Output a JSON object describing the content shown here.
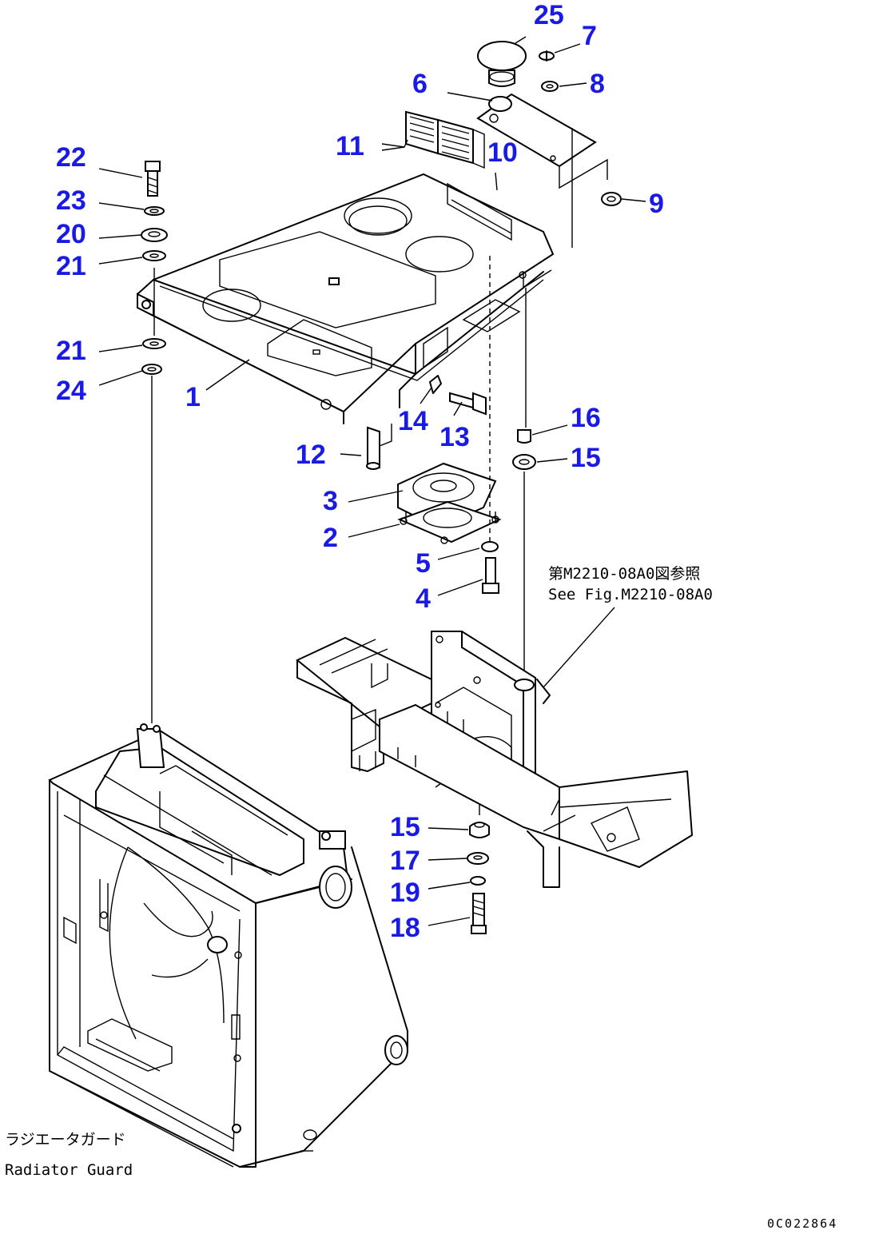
{
  "callouts": [
    {
      "id": "25",
      "label": "25"
    },
    {
      "id": "7",
      "label": "7"
    },
    {
      "id": "6",
      "label": "6"
    },
    {
      "id": "8",
      "label": "8"
    },
    {
      "id": "11",
      "label": "11"
    },
    {
      "id": "10",
      "label": "10"
    },
    {
      "id": "22",
      "label": "22"
    },
    {
      "id": "9",
      "label": "9"
    },
    {
      "id": "23",
      "label": "23"
    },
    {
      "id": "20",
      "label": "20"
    },
    {
      "id": "21a",
      "label": "21"
    },
    {
      "id": "21b",
      "label": "21"
    },
    {
      "id": "24",
      "label": "24"
    },
    {
      "id": "1",
      "label": "1"
    },
    {
      "id": "14",
      "label": "14"
    },
    {
      "id": "13",
      "label": "13"
    },
    {
      "id": "16",
      "label": "16"
    },
    {
      "id": "15a",
      "label": "15"
    },
    {
      "id": "12",
      "label": "12"
    },
    {
      "id": "3",
      "label": "3"
    },
    {
      "id": "2",
      "label": "2"
    },
    {
      "id": "5",
      "label": "5"
    },
    {
      "id": "4",
      "label": "4"
    },
    {
      "id": "15b",
      "label": "15"
    },
    {
      "id": "17",
      "label": "17"
    },
    {
      "id": "19",
      "label": "19"
    },
    {
      "id": "18",
      "label": "18"
    }
  ],
  "notes": {
    "see_fig_jp": "第M2210-08A0図参照",
    "see_fig_en": "See Fig.M2210-08A0",
    "radiator_guard_jp": "ラジエータガード",
    "radiator_guard_en": "Radiator Guard"
  },
  "drawing_code": "0C022864",
  "colors": {
    "callout": "#1a1ae6",
    "line": "#000000",
    "background": "#ffffff"
  }
}
